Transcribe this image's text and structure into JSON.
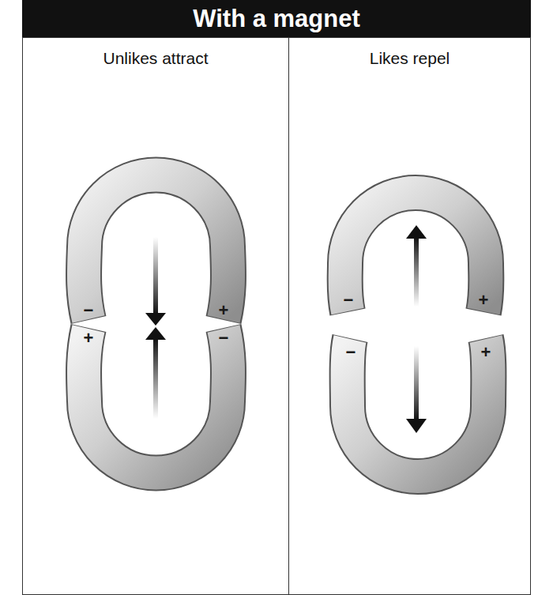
{
  "diagram": {
    "title": "With a magnet",
    "nodes": [
      {
        "text": [
          "Unlikes attract"
        ]
      },
      {
        "text": [
          "Likes repel"
        ]
      }
    ],
    "labels": [
      "−",
      "+",
      "+",
      "−",
      "−",
      "+",
      "−",
      "+"
    ]
  }
}
